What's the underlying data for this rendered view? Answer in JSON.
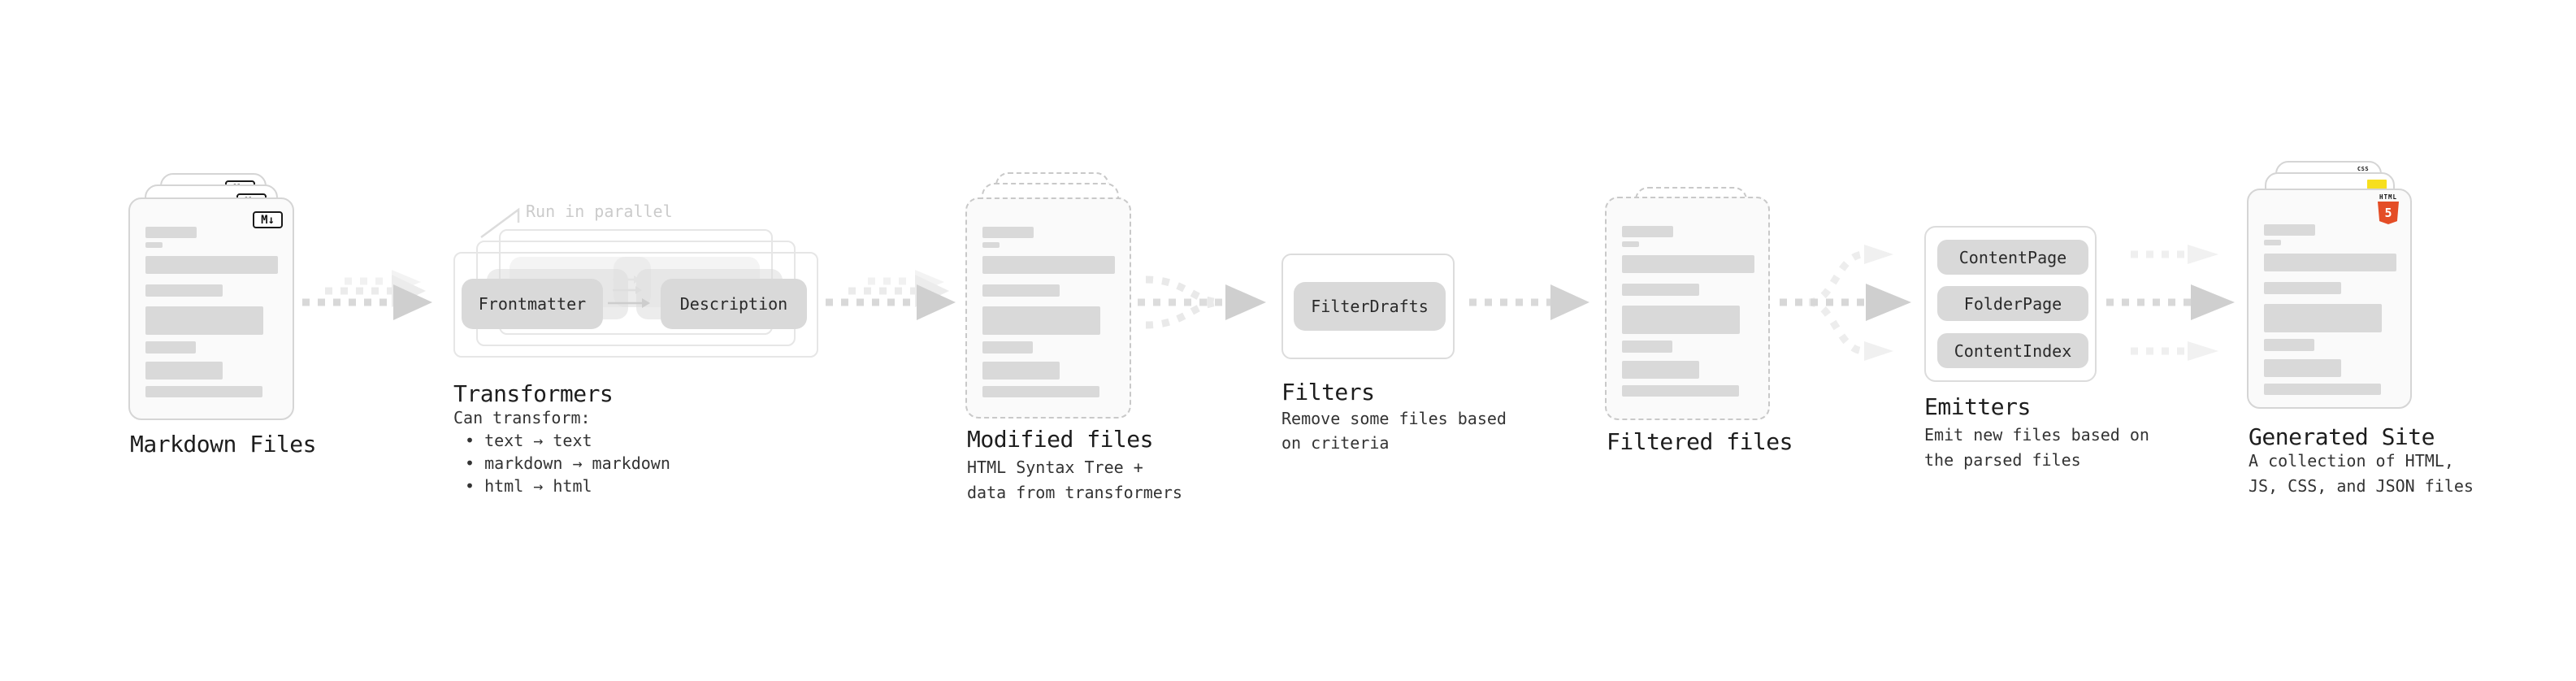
{
  "diagram": {
    "stages": {
      "markdown_files": {
        "title": "Markdown Files",
        "file_icon_label": "M↓"
      },
      "transformers": {
        "title": "Transformers",
        "note": "Run in parallel",
        "pill_left": "Frontmatter",
        "pill_right": "Description",
        "sub_heading": "Can transform:",
        "bullets": [
          "• text → text",
          "• markdown → markdown",
          "• html → html"
        ]
      },
      "modified_files": {
        "title": "Modified files",
        "subtitle_lines": [
          "HTML Syntax Tree +",
          "data from transformers"
        ]
      },
      "filters": {
        "title": "Filters",
        "pill": "FilterDrafts",
        "subtitle_lines": [
          "Remove some files based",
          "on criteria"
        ]
      },
      "filtered_files": {
        "title": "Filtered files"
      },
      "emitters": {
        "title": "Emitters",
        "pills": [
          "ContentPage",
          "FolderPage",
          "ContentIndex"
        ],
        "subtitle_lines": [
          "Emit new files based on",
          "the parsed files"
        ]
      },
      "generated_site": {
        "title": "Generated Site",
        "subtitle_lines": [
          "A collection of HTML,",
          "JS, CSS, and JSON files"
        ],
        "badges": {
          "css_label": "CSS",
          "html_label": "HTML",
          "html_number": "5"
        }
      }
    },
    "colors": {
      "html5_orange": "#e44d26",
      "js_yellow": "#f7df1e",
      "css_blue": "#2965f1",
      "card_fill": "#fafafa",
      "pill_fill": "#d9d9d9",
      "arrow_gray": "#cfcfcf"
    }
  }
}
